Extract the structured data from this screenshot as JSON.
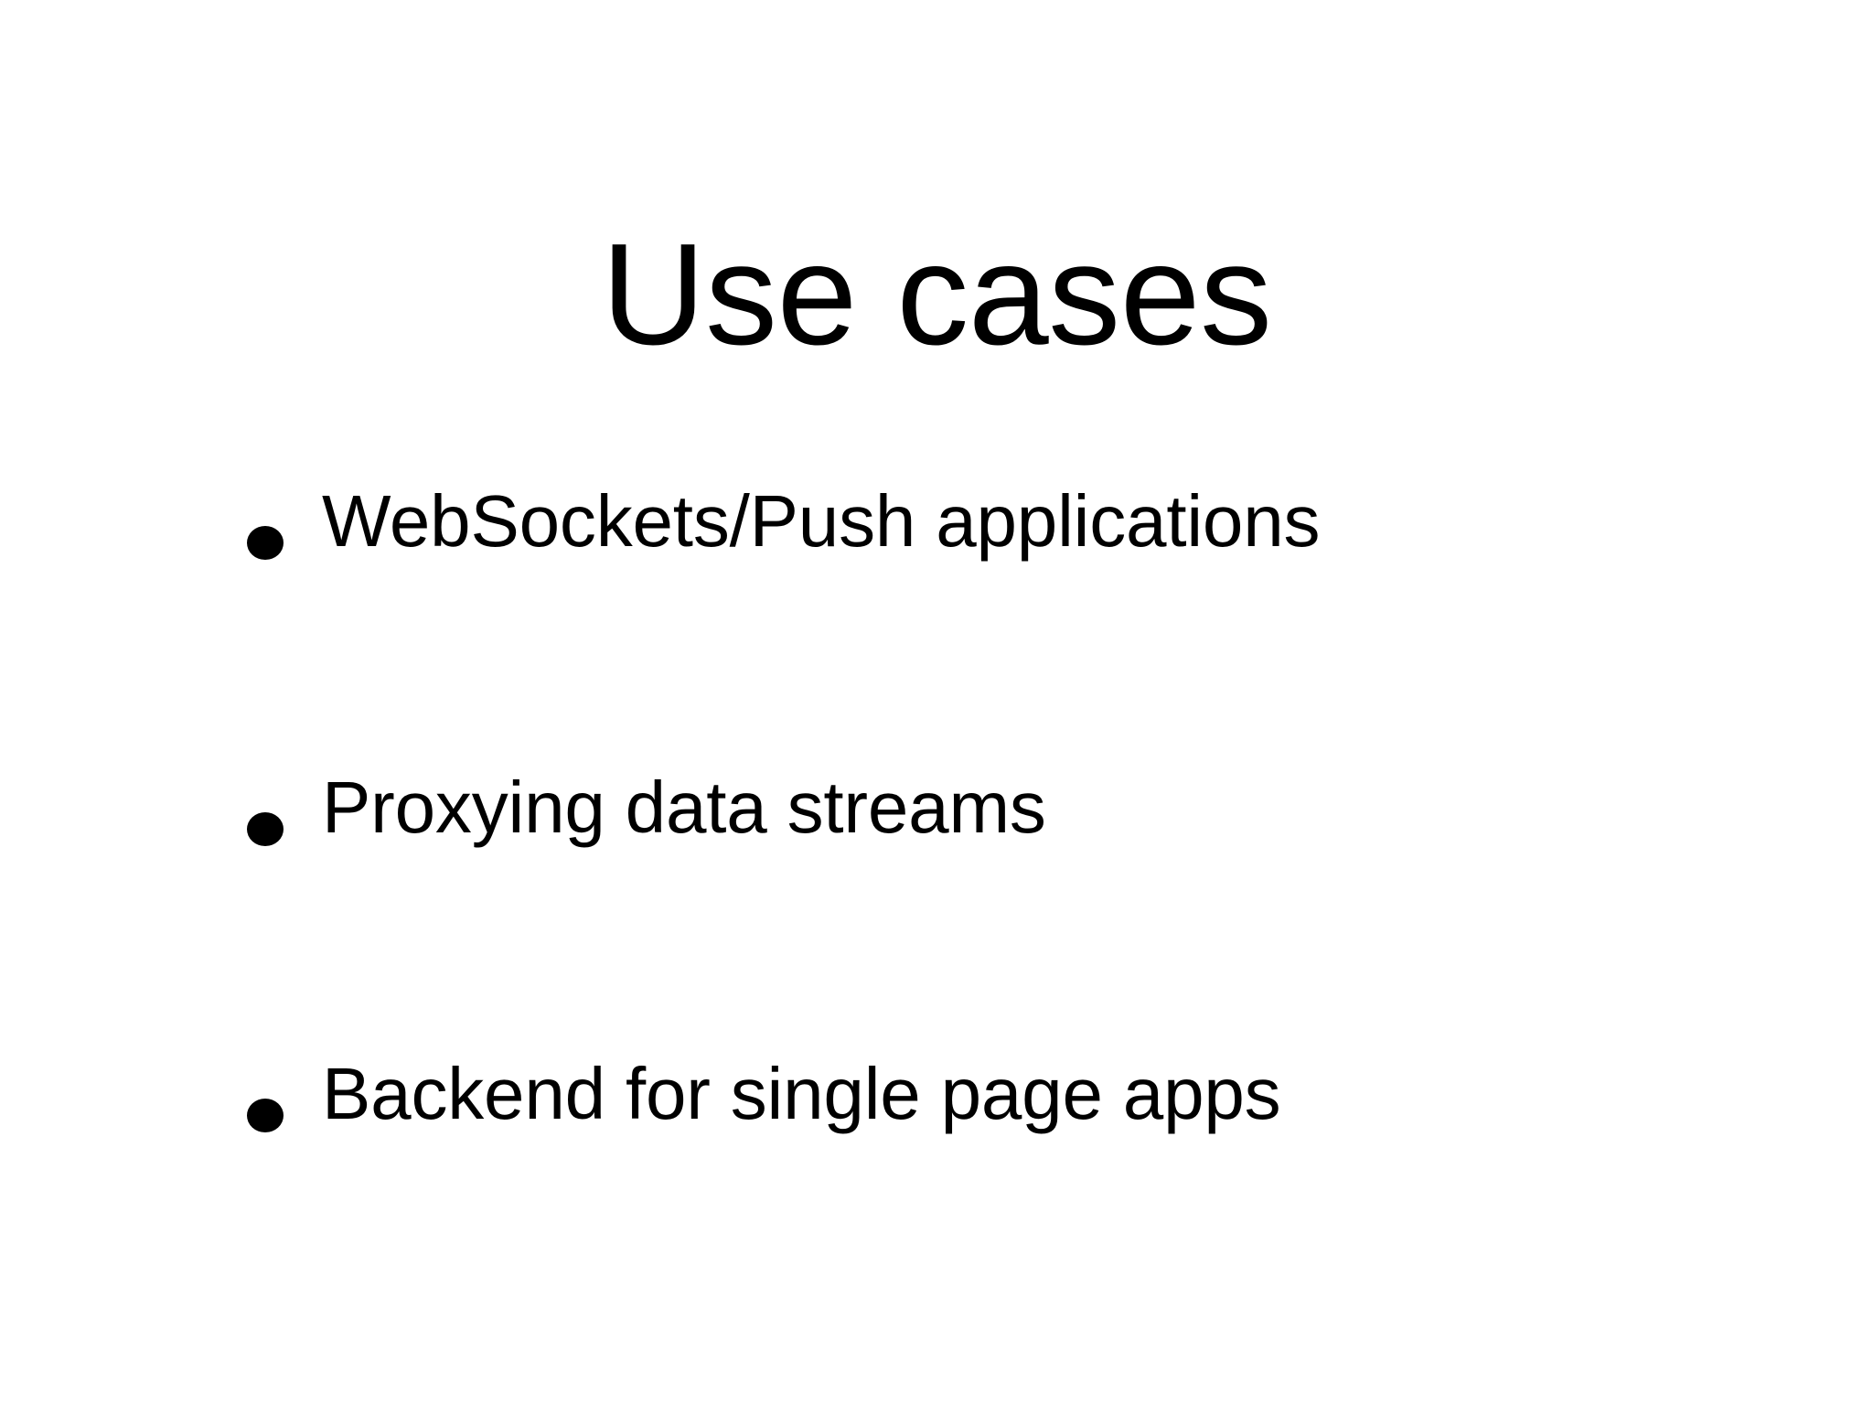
{
  "slide": {
    "background_color": "#ffffff",
    "text_color": "#000000",
    "title": "Use cases",
    "bullets": [
      {
        "marker": "bullet-dot",
        "text": "WebSockets/Push applications"
      },
      {
        "marker": "bullet-dot",
        "text": "Proxying data streams"
      },
      {
        "marker": "bullet-dot",
        "text": "Backend for single page apps"
      }
    ]
  }
}
